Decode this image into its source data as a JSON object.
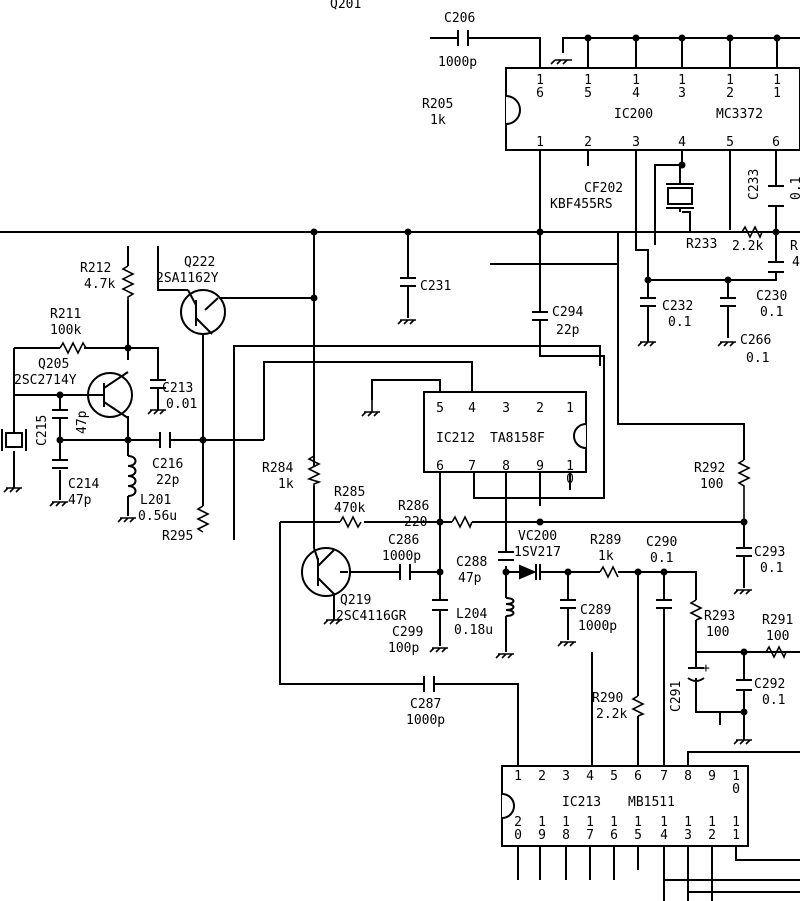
{
  "ics": {
    "ic200": {
      "ref": "IC200",
      "part": "MC3372",
      "top_pins": [
        "1\n6",
        "1\n5",
        "1\n4",
        "1\n3",
        "1\n2",
        "1\n1"
      ],
      "bottom_pins": [
        "1",
        "2",
        "3",
        "4",
        "5",
        "6"
      ]
    },
    "ic212": {
      "ref": "IC212",
      "part": "TA8158F",
      "top_pins": [
        "5",
        "4",
        "3",
        "2",
        "1"
      ],
      "bottom_pins": [
        "6",
        "7",
        "8",
        "9",
        "1\n0"
      ]
    },
    "ic213": {
      "ref": "IC213",
      "part": "MB1511",
      "top_pins": [
        "1",
        "2",
        "3",
        "4",
        "5",
        "6",
        "7",
        "8",
        "9",
        "1\n0"
      ],
      "bottom_pins": [
        "2\n0",
        "1\n9",
        "1\n8",
        "1\n7",
        "1\n6",
        "1\n5",
        "1\n4",
        "1\n3",
        "1\n2",
        "1\n1"
      ]
    }
  },
  "labels": [
    {
      "id": "q201",
      "text": "Q201"
    },
    {
      "id": "c206",
      "text": "C206"
    },
    {
      "id": "c206v",
      "text": "1000p"
    },
    {
      "id": "r205",
      "text": "R205"
    },
    {
      "id": "r205v",
      "text": "1k"
    },
    {
      "id": "cf202",
      "text": "CF202"
    },
    {
      "id": "cf202v",
      "text": "KBF455RS"
    },
    {
      "id": "c233",
      "text": "C233"
    },
    {
      "id": "c233v",
      "text": "0.1"
    },
    {
      "id": "r233",
      "text": "R233"
    },
    {
      "id": "r233v",
      "text": "2.2k"
    },
    {
      "id": "rcut",
      "text": "R"
    },
    {
      "id": "rcutv",
      "text": "4"
    },
    {
      "id": "c230",
      "text": "C230"
    },
    {
      "id": "c230v",
      "text": "0.1"
    },
    {
      "id": "c232",
      "text": "C232"
    },
    {
      "id": "c232v",
      "text": "0.1"
    },
    {
      "id": "c266",
      "text": "C266"
    },
    {
      "id": "c266v",
      "text": "0.1"
    },
    {
      "id": "c231",
      "text": "C231"
    },
    {
      "id": "c294",
      "text": "C294"
    },
    {
      "id": "c294v",
      "text": "22p"
    },
    {
      "id": "r212",
      "text": "R212"
    },
    {
      "id": "r212v",
      "text": "4.7k"
    },
    {
      "id": "q222",
      "text": "Q222"
    },
    {
      "id": "q222v",
      "text": "2SA1162Y"
    },
    {
      "id": "r211",
      "text": "R211"
    },
    {
      "id": "r211v",
      "text": "100k"
    },
    {
      "id": "q205",
      "text": "Q205"
    },
    {
      "id": "q205v",
      "text": "2SC2714Y"
    },
    {
      "id": "c213",
      "text": "C213"
    },
    {
      "id": "c213v",
      "text": "0.01"
    },
    {
      "id": "c215",
      "text": "C215"
    },
    {
      "id": "c215v",
      "text": "47p"
    },
    {
      "id": "c216",
      "text": "C216"
    },
    {
      "id": "c216v",
      "text": "22p"
    },
    {
      "id": "c214",
      "text": "C214"
    },
    {
      "id": "c214v",
      "text": "47p"
    },
    {
      "id": "l201",
      "text": "L201"
    },
    {
      "id": "l201v",
      "text": "0.56u"
    },
    {
      "id": "r295",
      "text": "R295"
    },
    {
      "id": "r284",
      "text": "R284"
    },
    {
      "id": "r284v",
      "text": "1k"
    },
    {
      "id": "r285",
      "text": "R285"
    },
    {
      "id": "r285v",
      "text": "470k"
    },
    {
      "id": "r286",
      "text": "R286"
    },
    {
      "id": "r286v",
      "text": "220"
    },
    {
      "id": "c286",
      "text": "C286"
    },
    {
      "id": "c286v",
      "text": "1000p"
    },
    {
      "id": "q219",
      "text": "Q219"
    },
    {
      "id": "q219v",
      "text": "2SC4116GR"
    },
    {
      "id": "c299",
      "text": "C299"
    },
    {
      "id": "c299v",
      "text": "100p"
    },
    {
      "id": "vc200",
      "text": "VC200"
    },
    {
      "id": "vc200v",
      "text": "1SV217"
    },
    {
      "id": "c288",
      "text": "C288"
    },
    {
      "id": "c288v",
      "text": "47p"
    },
    {
      "id": "l204",
      "text": "L204"
    },
    {
      "id": "l204v",
      "text": "0.18u"
    },
    {
      "id": "r289",
      "text": "R289"
    },
    {
      "id": "r289v",
      "text": "1k"
    },
    {
      "id": "c290",
      "text": "C290"
    },
    {
      "id": "c290v",
      "text": "0.1"
    },
    {
      "id": "c289",
      "text": "C289"
    },
    {
      "id": "c289v",
      "text": "1000p"
    },
    {
      "id": "r292",
      "text": "R292"
    },
    {
      "id": "r292v",
      "text": "100"
    },
    {
      "id": "c293",
      "text": "C293"
    },
    {
      "id": "c293v",
      "text": "0.1"
    },
    {
      "id": "r293",
      "text": "R293"
    },
    {
      "id": "r293v",
      "text": "100"
    },
    {
      "id": "r291",
      "text": "R291"
    },
    {
      "id": "r291v",
      "text": "100"
    },
    {
      "id": "c292",
      "text": "C292"
    },
    {
      "id": "c292v",
      "text": "0.1"
    },
    {
      "id": "c291",
      "text": "C291"
    },
    {
      "id": "r290",
      "text": "R290"
    },
    {
      "id": "r290v",
      "text": "2.2k"
    },
    {
      "id": "c287",
      "text": "C287"
    },
    {
      "id": "c287v",
      "text": "1000p"
    },
    {
      "id": "plus",
      "text": "+"
    }
  ]
}
